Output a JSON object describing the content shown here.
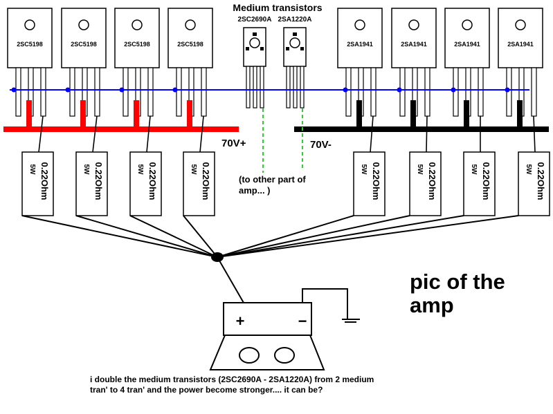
{
  "npn_transistors": [
    {
      "label": "2SC5198"
    },
    {
      "label": "2SC5198"
    },
    {
      "label": "2SC5198"
    },
    {
      "label": "2SC5198"
    }
  ],
  "pnp_transistors": [
    {
      "label": "2SA1941"
    },
    {
      "label": "2SA1941"
    },
    {
      "label": "2SA1941"
    },
    {
      "label": "2SA1941"
    }
  ],
  "medium_title": "Medium transistors",
  "medium_transistors": [
    {
      "label": "2SC2690A"
    },
    {
      "label": "2SA1220A"
    }
  ],
  "rail_positive": "70V+",
  "rail_negative": "70V-",
  "resistor_value": "0.22Ohm",
  "resistor_power": "5W",
  "other_part_note": "(to other part of amp... )",
  "other_part_note_lines": [
    "(to other part of",
    "amp... )"
  ],
  "speaker_plus": "+",
  "speaker_minus": "−",
  "headline_lines": [
    "pic of the",
    "amp"
  ],
  "question_lines": [
    "i double the medium transistors (2SC2690A - 2SA1220A) from 2 medium",
    "tran' to 4 tran' and the power become stronger.... it can be?"
  ],
  "colors": {
    "positive_rail": "#ff0000",
    "negative_rail": "#000000",
    "bias_line": "#0000ff",
    "signal_dash": "#33cc33"
  }
}
